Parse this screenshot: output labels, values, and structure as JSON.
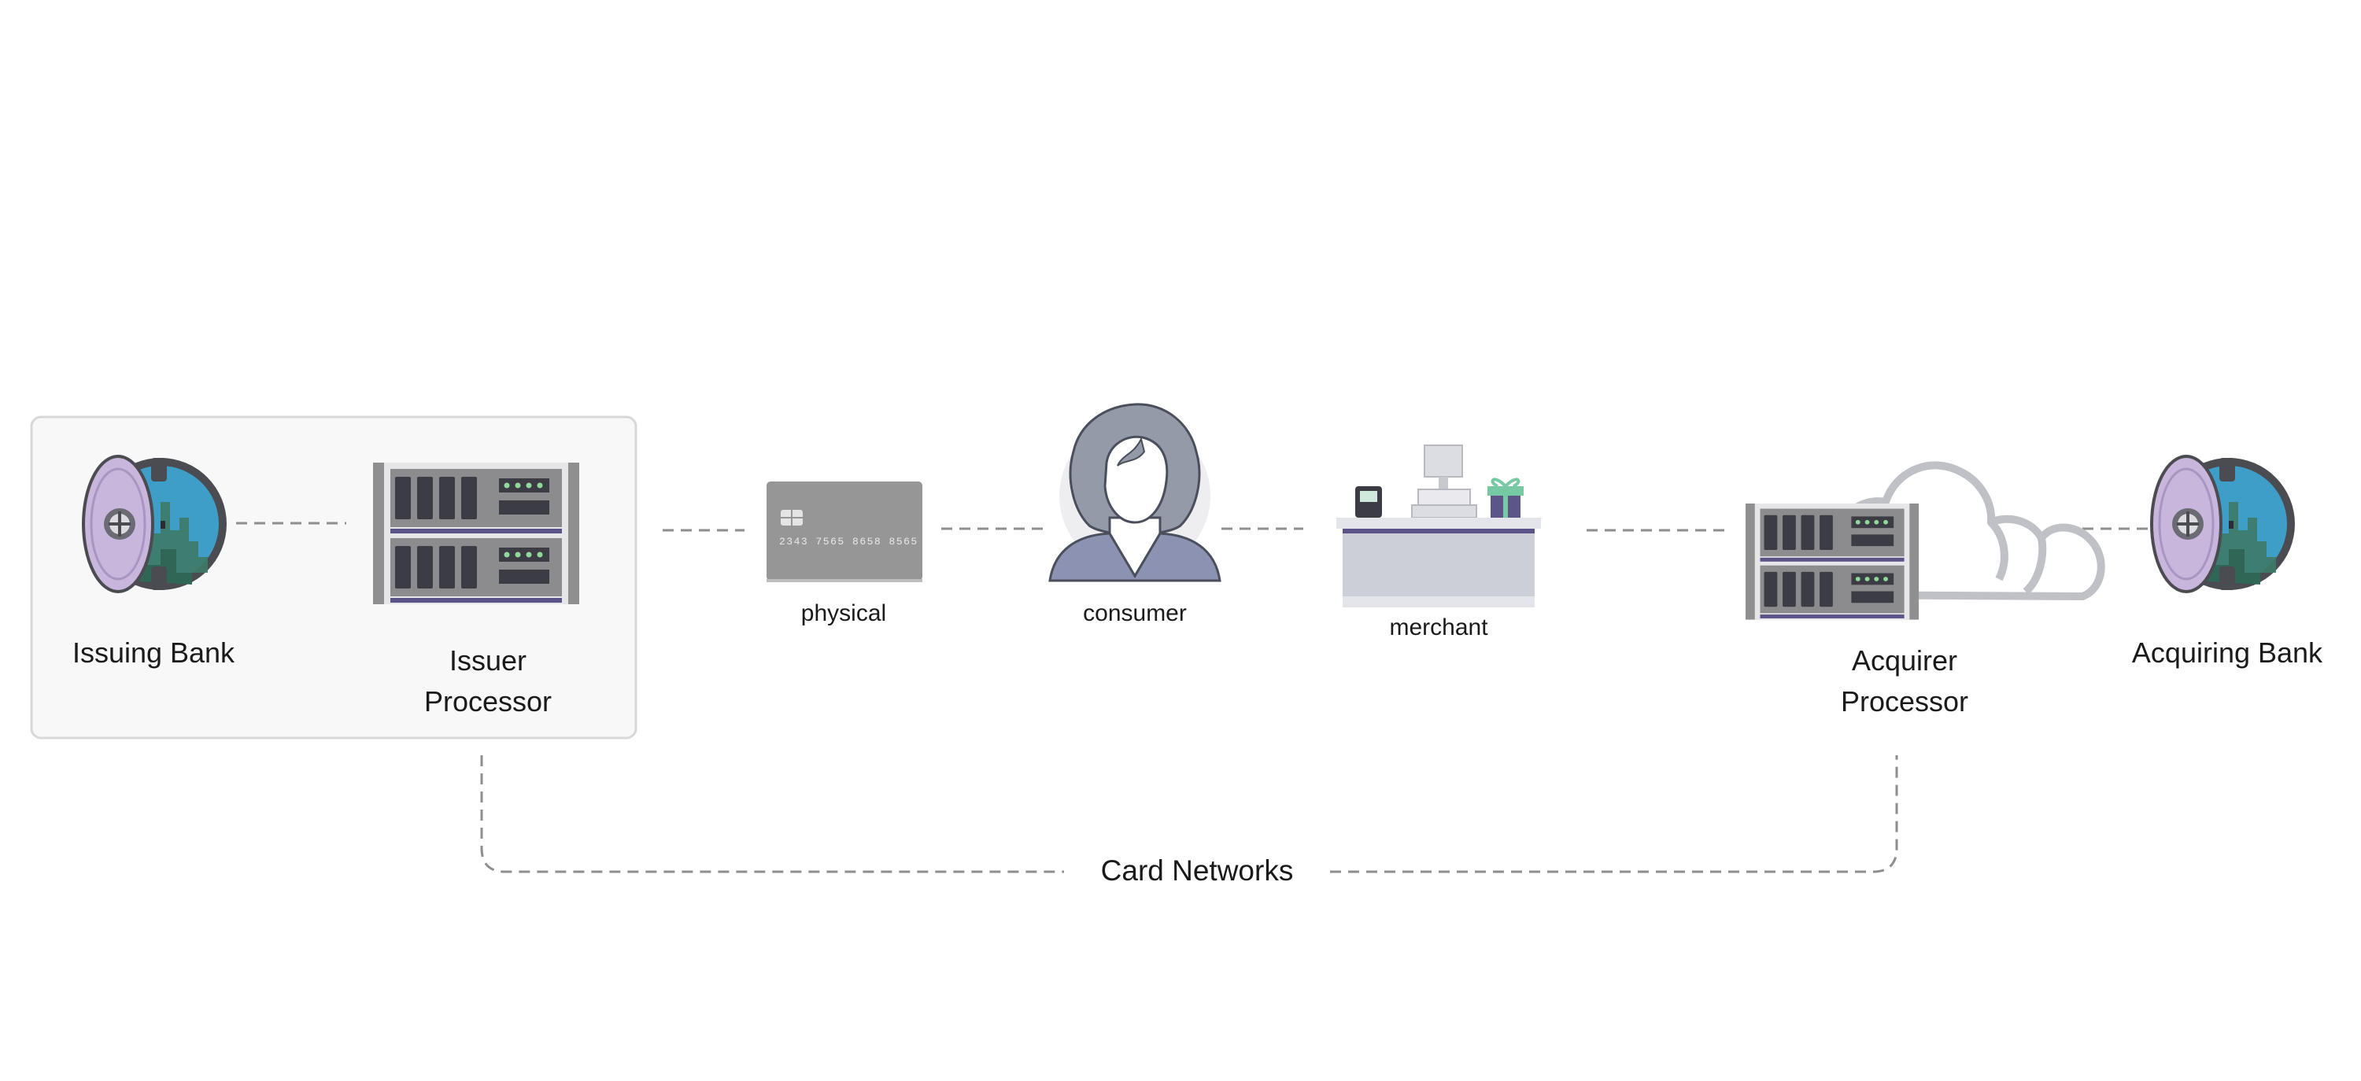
{
  "nodes": {
    "issuing_bank": "Issuing Bank",
    "issuer_processor_line1": "Issuer",
    "issuer_processor_line2": "Processor",
    "physical": "physical",
    "consumer": "consumer",
    "merchant": "merchant",
    "acquirer_processor_line1": "Acquirer",
    "acquirer_processor_line2": "Processor",
    "acquiring_bank": "Acquiring Bank",
    "card_networks": "Card Networks"
  },
  "card": {
    "number": "2343 7565 8658 8565"
  },
  "colors": {
    "connector": "#8e8e8e",
    "group_border": "#d8d8d8",
    "group_fill": "#f8f8f8",
    "server_body": "#8f8f8f",
    "server_dark": "#3c3c44",
    "server_led": "#8fd99c",
    "vault_purple": "#c9b6dd",
    "vault_glass": "#3f9ec8",
    "card_grey": "#969696",
    "person_hair": "#939aa8",
    "person_body": "#8c93b2",
    "counter": "#ccced8",
    "counter_stripe": "#5a5488",
    "cloud": "#bfc1c6",
    "gift": "#5b5588",
    "gift_ribbon": "#77c9a4"
  }
}
